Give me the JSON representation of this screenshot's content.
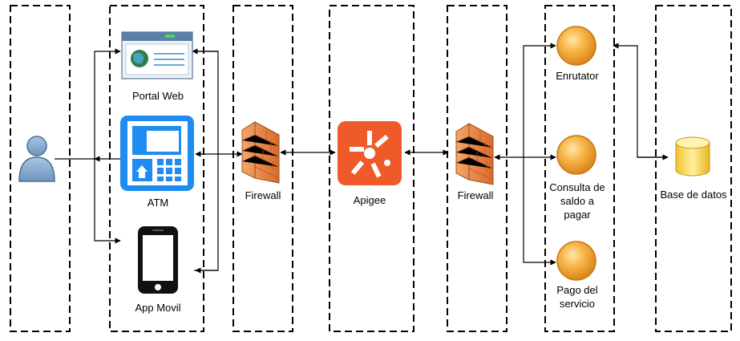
{
  "nodes": {
    "portal_web": "Portal Web",
    "atm": "ATM",
    "app_movil": "App Movil",
    "firewall_left": "Firewall",
    "apigee": "Apigee",
    "firewall_right": "Firewall",
    "enrutator": "Enrutator",
    "consulta_line1": "Consulta de",
    "consulta_line2": "saldo a",
    "consulta_line3": "pagar",
    "pago_line1": "Pago del",
    "pago_line2": "servicio",
    "base_datos": "Base de datos"
  },
  "icons": {
    "user": "user-icon",
    "portal_web": "browser-window-icon",
    "atm": "atm-icon",
    "app_movil": "smartphone-icon",
    "firewall": "firewall-icon",
    "apigee": "apigee-icon",
    "service": "service-sphere-icon",
    "database": "database-icon"
  },
  "colors": {
    "apigee": "#F05A28",
    "atm": "#1E8CF0",
    "service": "#F5A623",
    "database": "#F7D64A",
    "firewall": "#E07A3A"
  }
}
